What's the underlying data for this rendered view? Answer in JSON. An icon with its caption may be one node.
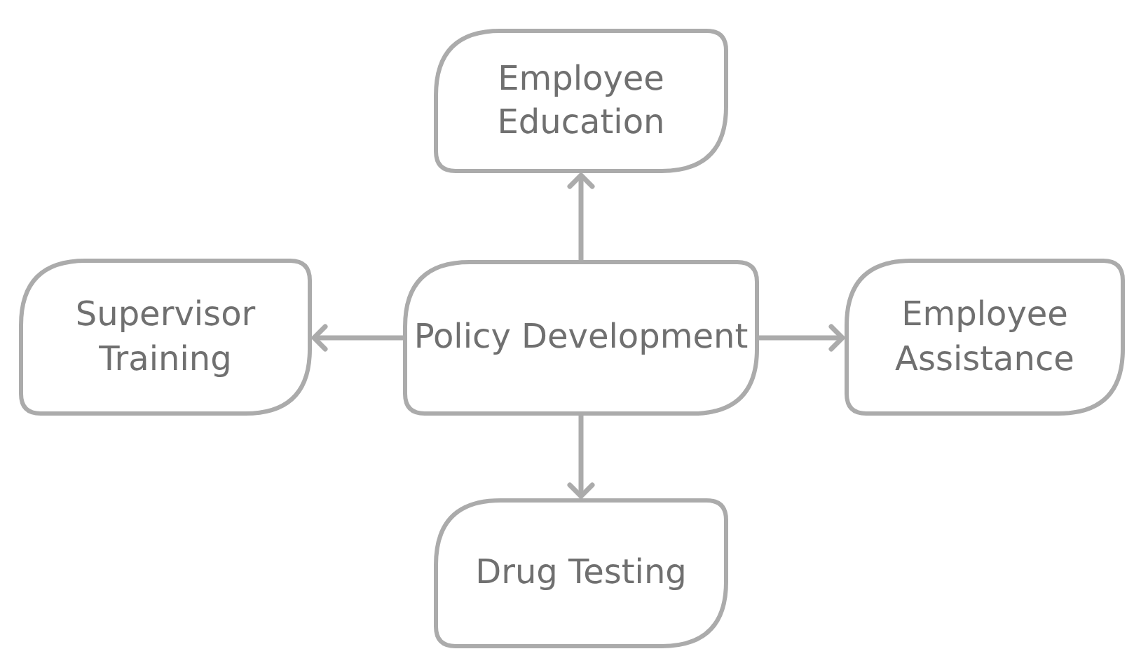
{
  "diagram": {
    "nodes": [
      {
        "text": [
          "Employee Education"
        ]
      },
      {
        "text": [
          "Supervisor Training"
        ]
      },
      {
        "text": [
          "Policy Development"
        ]
      },
      {
        "text": [
          "Employee Assistance"
        ]
      },
      {
        "text": [
          "Drug Testing"
        ]
      }
    ],
    "edges": [
      {
        "from": 2,
        "to": 0,
        "arrow": "to"
      },
      {
        "from": 2,
        "to": 1,
        "arrow": "to"
      },
      {
        "from": 2,
        "to": 3,
        "arrow": "to"
      },
      {
        "from": 2,
        "to": 4,
        "arrow": "to"
      }
    ]
  }
}
